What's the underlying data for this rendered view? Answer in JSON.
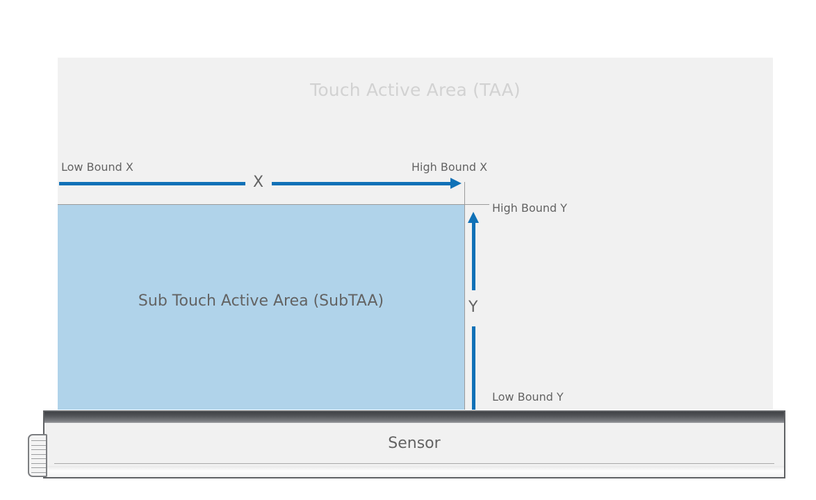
{
  "diagram": {
    "title": "Touch Active Area (TAA)",
    "taa": {
      "label": "Touch Active Area (TAA)",
      "fill": "#f1f1f1",
      "text_color": "#d2d2d2"
    },
    "subtaa": {
      "label": "Sub Touch Active Area (SubTAA)",
      "fill": "#b0d3ea",
      "text_color": "#636363"
    },
    "axes": {
      "x_letter": "X",
      "y_letter": "Y",
      "arrow_color": "#1071b7"
    },
    "bounds": {
      "low_x": "Low Bound X",
      "high_x": "High Bound X",
      "high_y": "High Bound Y",
      "low_y": "Low Bound Y",
      "label_color": "#636363"
    },
    "sensor": {
      "label": "Sensor",
      "fill": "#f1f1f1",
      "border_color": "#5f6164",
      "band_color": "#55575b",
      "connector_pin_count": 8
    },
    "guide_color": "#9a9a9a",
    "background": "#ffffff"
  }
}
